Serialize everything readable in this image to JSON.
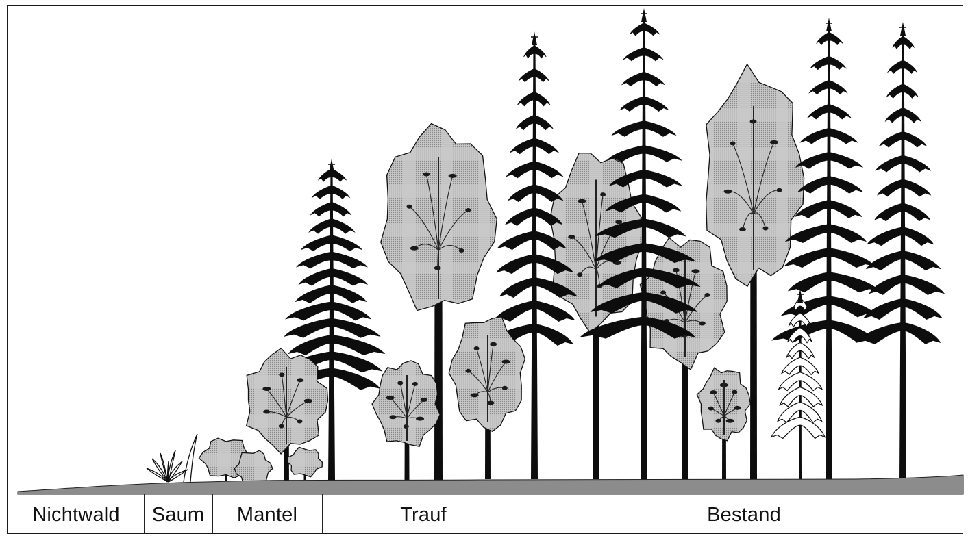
{
  "zones": [
    {
      "id": "nichtwald",
      "label": "Nichtwald"
    },
    {
      "id": "saum",
      "label": "Saum"
    },
    {
      "id": "mantel",
      "label": "Mantel"
    },
    {
      "id": "trauf",
      "label": "Trauf"
    },
    {
      "id": "bestand",
      "label": "Bestand"
    }
  ],
  "colors": {
    "conifer": "#0d0d0d",
    "deciduous_fill": "#c4c4c4",
    "deciduous_outline": "#111111",
    "ground": "#8c8c8c",
    "frame": "#1a1a1a"
  }
}
